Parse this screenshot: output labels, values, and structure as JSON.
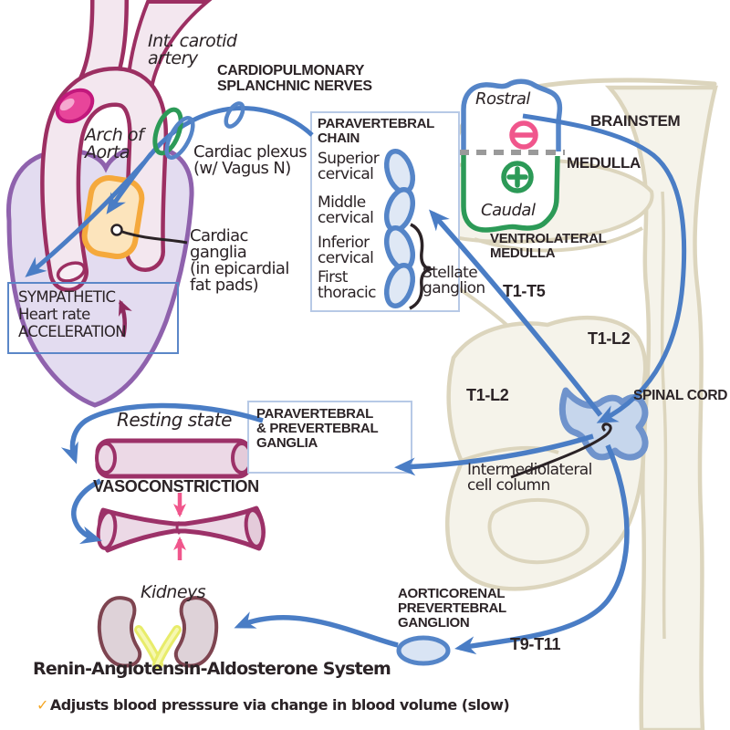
{
  "palette": {
    "pathway_blue": "#4a7dc5",
    "light_blue_fill": "#d9e4f4",
    "box_border_blue": "#b7c9e6",
    "sympathetic_box_blue": "#5b87c8",
    "artery_maroon": "#9c2f62",
    "artery_fill": "#f3e7ef",
    "heart_outline": "#8f62ad",
    "heart_fill": "#e3dcf0",
    "fat_pad_orange": "#f5a93c",
    "fat_pad_fill": "#fce4bc",
    "inhibit_pink": "#f0568c",
    "excite_green": "#2c9a57",
    "bone_beige": "#dcd5bd",
    "vessel_maroon": "#9c3168",
    "vessel_fill": "#ecd9e6",
    "kidney_outline": "#7e4450",
    "kidney_fill": "#ded2d8",
    "ureter_yellow": "#e8ec6a",
    "check_orange": "#f5a623",
    "ink": "#2b2326"
  },
  "labels": {
    "int_carotid_artery": "Int. carotid\nartery",
    "cardiopulmonary": "CARDIOPULMONARY\nSPLANCHNIC NERVES",
    "arch_of_aorta": "Arch of\nAorta",
    "cardiac_plexus": "Cardiac plexus\n(w/ Vagus N)",
    "cardiac_ganglia": "Cardiac\nganglia\n(in epicardial\nfat pads)",
    "sympathetic_box": "SYMPATHETIC\nHeart rate\nACCELERATION",
    "paravertebral_chain": "PARAVERTEBRAL\nCHAIN",
    "chain_ganglia": [
      "Superior\ncervical",
      "Middle\ncervical",
      "Inferior\ncervical",
      "First\nthoracic"
    ],
    "stellate_ganglion": "Stellate\nganglion",
    "rostral": "Rostral",
    "caudal": "Caudal",
    "brainstem": "BRAINSTEM",
    "medulla": "MEDULLA",
    "ventrolateral_medulla": "VENTROLATERAL\nMEDULLA",
    "t1_t5": "T1-T5",
    "t1_l2_upper": "T1-L2",
    "t1_l2_lower": "T1-L2",
    "spinal_cord": "SPINAL CORD",
    "intermediolateral": "Intermediolateral\ncell column",
    "ganglia_box": "PARAVERTEBRAL\n& PREVERTEBRAL\nGANGLIA",
    "resting_state": "Resting state",
    "vasoconstriction": "VASOCONSTRICTION",
    "kidneys": "Kidneys",
    "aorticorenal": "AORTICORENAL\nPREVERTEBRAL\nGANGLION",
    "t9_t11": "T9-T11",
    "raas_title": "Renin-Angiotensin-Aldosterone System",
    "raas_check": "✓",
    "raas_note": "Adjusts blood presssure via change in blood volume (slow)"
  }
}
